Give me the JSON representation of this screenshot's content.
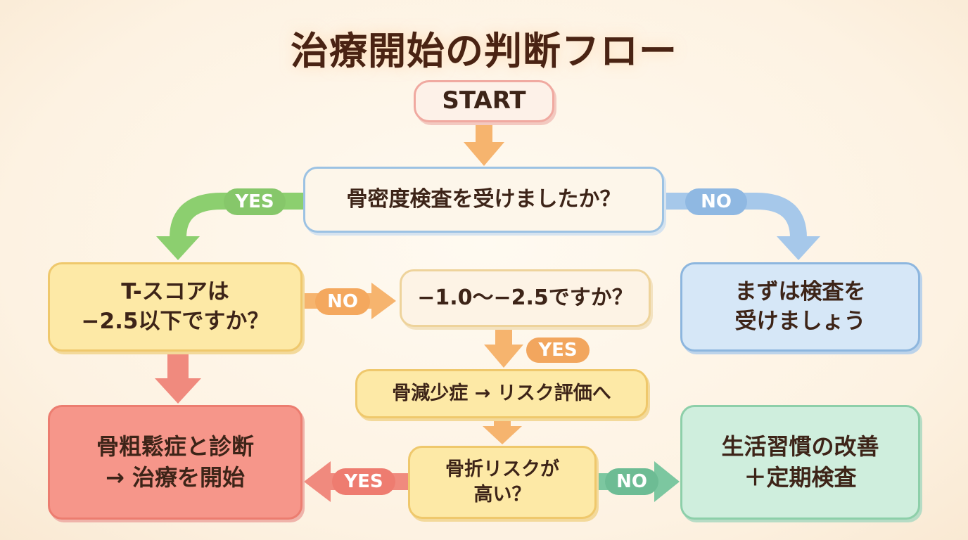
{
  "title": "治療開始の判断フロー",
  "nodes": {
    "start": "START",
    "question_bmd": "骨密度検査を受けましたか？",
    "question_tscore": [
      "T-スコアは",
      "−2.5以下ですか？"
    ],
    "question_range": "−1.0〜−2.5ですか？",
    "get_exam": [
      "まずは検査を",
      "受けましょう"
    ],
    "osteopenia": "骨減少症 → リスク評価へ",
    "diagnosis": [
      "骨粗鬆症と診断",
      "→ 治療を開始"
    ],
    "question_fracture": [
      "骨折リスクが",
      "高い？"
    ],
    "lifestyle": [
      "生活習慣の改善",
      "＋定期検査"
    ]
  },
  "labels": {
    "bmd_yes": "YES",
    "bmd_no": "NO",
    "tscore_no": "NO",
    "range_yes": "YES",
    "fracture_yes": "YES",
    "fracture_no": "NO"
  },
  "colors": {
    "title": "#4a2313",
    "green": "#8ccf6f",
    "blue": "#a6c8ea",
    "orange": "#f6b46e",
    "red": "#f08a7e",
    "teal": "#7cc7a0",
    "pill_yes_green": "#86c76a",
    "pill_no_blue": "#8fb8e2",
    "pill_no_orange": "#f4a85e",
    "pill_yes_orange": "#f2a65e",
    "pill_yes_red": "#ee7c70",
    "pill_no_teal": "#6dbc94"
  }
}
